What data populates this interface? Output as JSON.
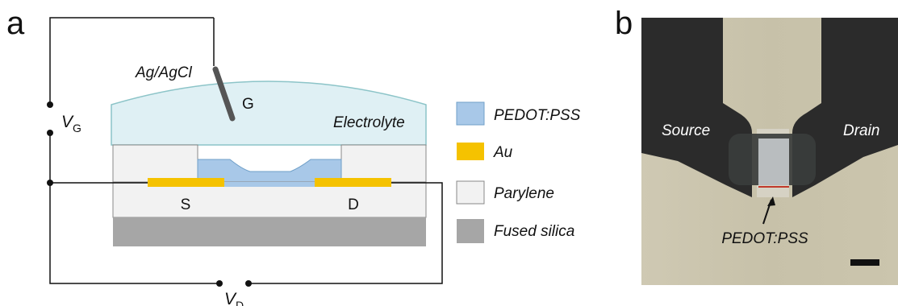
{
  "panel_a": {
    "letter": "a",
    "ref_electrode": "Ag/AgCl",
    "gate": "G",
    "electrolyte": "Electrolyte",
    "source": "S",
    "drain": "D",
    "vg_main": "V",
    "vg_sub": "G",
    "vd_main": "V",
    "vd_sub": "D",
    "legend": [
      {
        "label": "PEDOT:PSS",
        "color": "#a8c8e8"
      },
      {
        "label": "Au",
        "color": "#f5c200"
      },
      {
        "label": "Parylene",
        "color": "#f2f2f2"
      },
      {
        "label": "Fused silica",
        "color": "#a6a6a6"
      }
    ]
  },
  "panel_b": {
    "letter": "b",
    "source": "Source",
    "drain": "Drain",
    "channel": "PEDOT:PSS"
  },
  "colors": {
    "electrolyte": "#dff0f4",
    "electrolyte_stroke": "#8cc4c8",
    "pedot": "#a8c8e8",
    "au": "#f5c200",
    "parylene": "#f2f2f2",
    "silica": "#a6a6a6",
    "electrode_dark": "#2b2b2b",
    "substrate_light": "#c2bca5"
  }
}
